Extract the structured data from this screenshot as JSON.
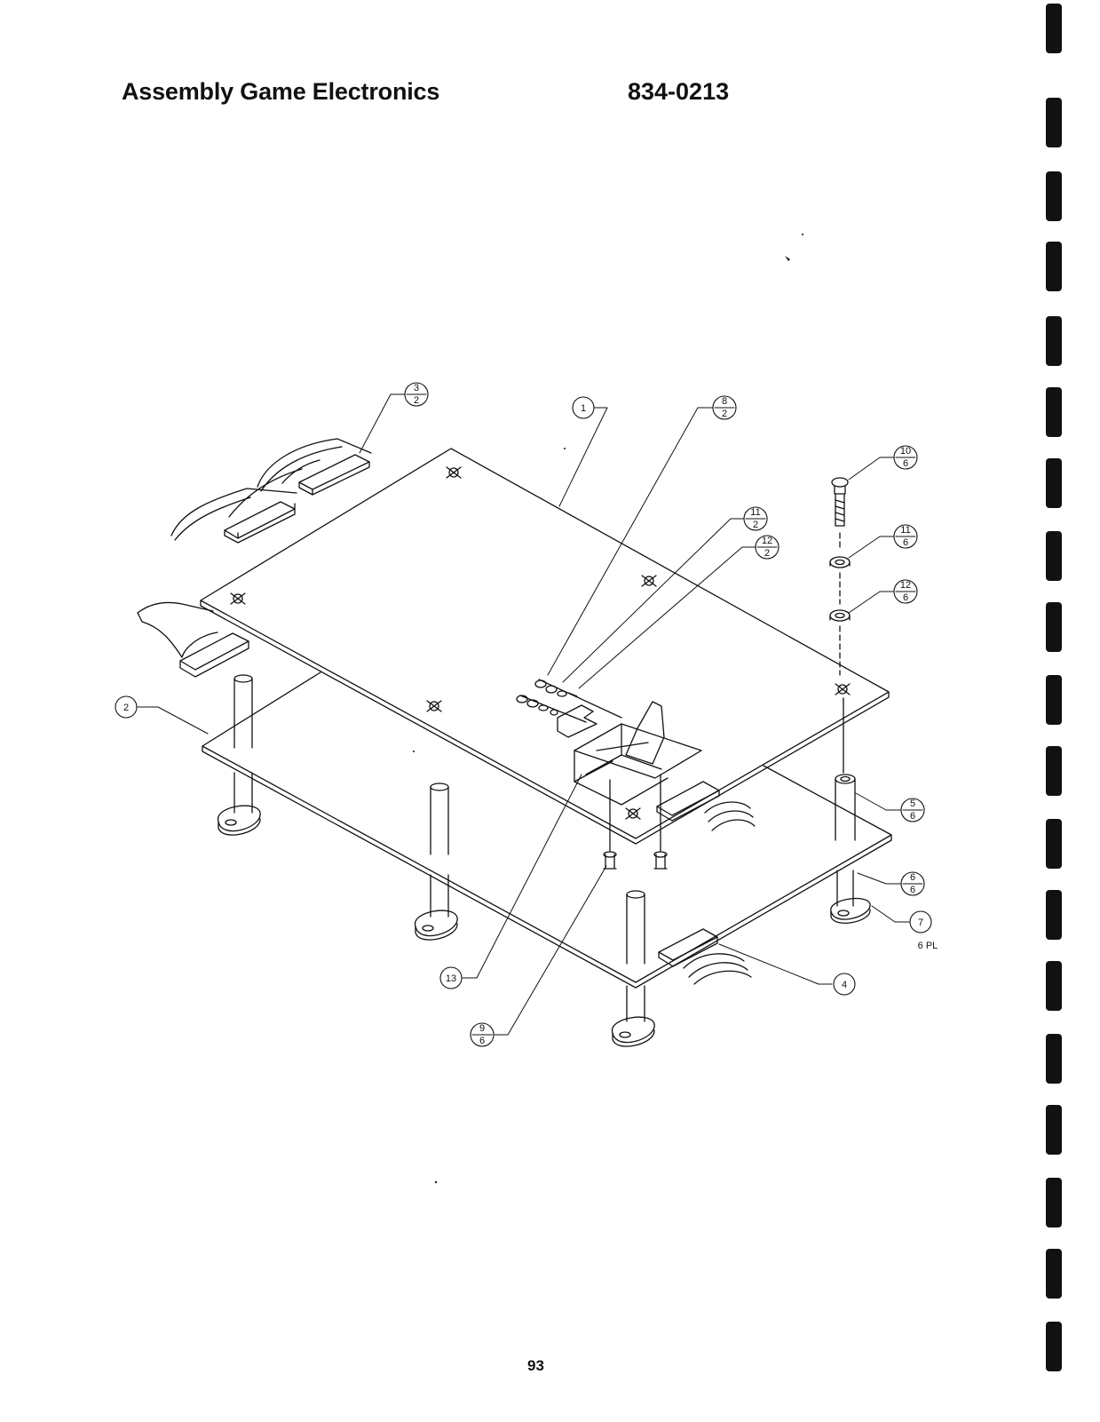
{
  "header": {
    "title": "Assembly Game Electronics",
    "part_number": "834-0213"
  },
  "footer": {
    "page_number": "93"
  },
  "callouts": [
    {
      "id": "c1",
      "num": "1"
    },
    {
      "id": "c2",
      "num": "2"
    },
    {
      "id": "c3",
      "num": "3",
      "den": "2"
    },
    {
      "id": "c4",
      "num": "4"
    },
    {
      "id": "c5",
      "num": "5",
      "den": "6"
    },
    {
      "id": "c6",
      "num": "6",
      "den": "6"
    },
    {
      "id": "c7",
      "num": "7",
      "note": "6 PL"
    },
    {
      "id": "c8",
      "num": "8",
      "den": "2"
    },
    {
      "id": "c9",
      "num": "9",
      "den": "6"
    },
    {
      "id": "c10",
      "num": "10",
      "den": "6"
    },
    {
      "id": "c11a",
      "num": "11",
      "den": "2"
    },
    {
      "id": "c11b",
      "num": "11",
      "den": "6"
    },
    {
      "id": "c12a",
      "num": "12",
      "den": "2"
    },
    {
      "id": "c12b",
      "num": "12",
      "den": "6"
    },
    {
      "id": "c13",
      "num": "13"
    }
  ],
  "icons": {
    "binding": "binding-slot-icon"
  },
  "colors": {
    "ink": "#111111",
    "paper": "#ffffff"
  }
}
